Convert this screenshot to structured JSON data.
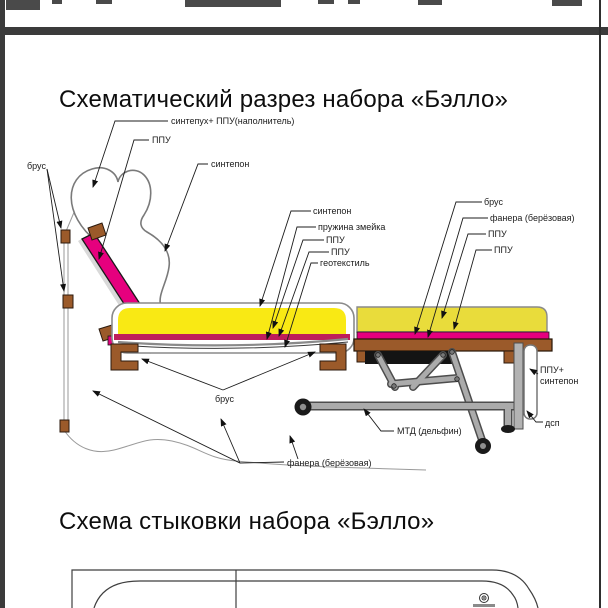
{
  "titles": {
    "cross_section": "Схематический разрез набора «Бэлло»",
    "connection": "Схема стыковки набора «Бэлло»"
  },
  "cross_section_labels": {
    "sintepuh_ppu": "синтепух+ ППУ(наполнитель)",
    "ppu_backrest": "ППУ",
    "sintepon_backrest": "синтепон",
    "brus_backrest": "брус",
    "sintepon_seat": "синтепон",
    "pruzhina_zmeika": "пружина змейка",
    "ppu_seat_1": "ППУ",
    "ppu_seat_2": "ППУ",
    "geotekstil": "геотекстиль",
    "brus_bed": "брус",
    "fanera_bed": "фанера (берёзовая)",
    "ppu_bed_1": "ППУ",
    "ppu_bed_2": "ППУ",
    "brus_seat": "брус",
    "mtd_mechanism": "МТД (дельфин)",
    "ppu_plus": "ППУ+",
    "sintepon_mech": "синтепон",
    "dsp": "дсп",
    "fanera_bottom": "фанера (берёзовая)"
  },
  "colors": {
    "foam_yellow_seat": "#F9E914",
    "foam_yellow_bed": "#E9DC3B",
    "magenta_layer": "#E6007E",
    "crimson_layer": "#BE1E5A",
    "wood_brown": "#9B5A2A",
    "metal_gray": "#ABABAB",
    "page_frame_dark": "#3B3B3B"
  }
}
